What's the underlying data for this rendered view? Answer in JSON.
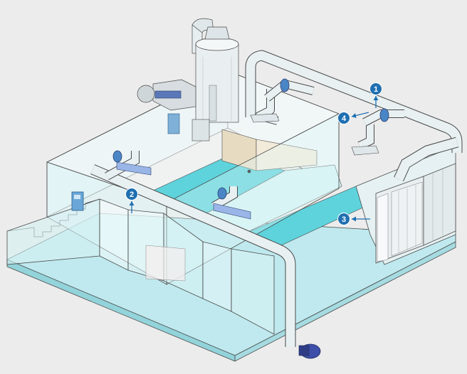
{
  "diagram": {
    "subject": "booth-enclosure-with-ducting",
    "colors": {
      "background": "#ececec",
      "floor": "#bfe9ee",
      "floor_bright": "#5ed3dc",
      "glass": "#dff6f7",
      "line": "#4a4a4a",
      "pipe": "#e8f0f2",
      "pipe_shade": "#c9d4d8",
      "marker": "#1f6fb2",
      "arrow": "#1f6fb2",
      "motor": "#3d4fa8"
    },
    "markers": [
      {
        "number": "1"
      },
      {
        "number": "2"
      },
      {
        "number": "3"
      },
      {
        "number": "4"
      }
    ]
  }
}
